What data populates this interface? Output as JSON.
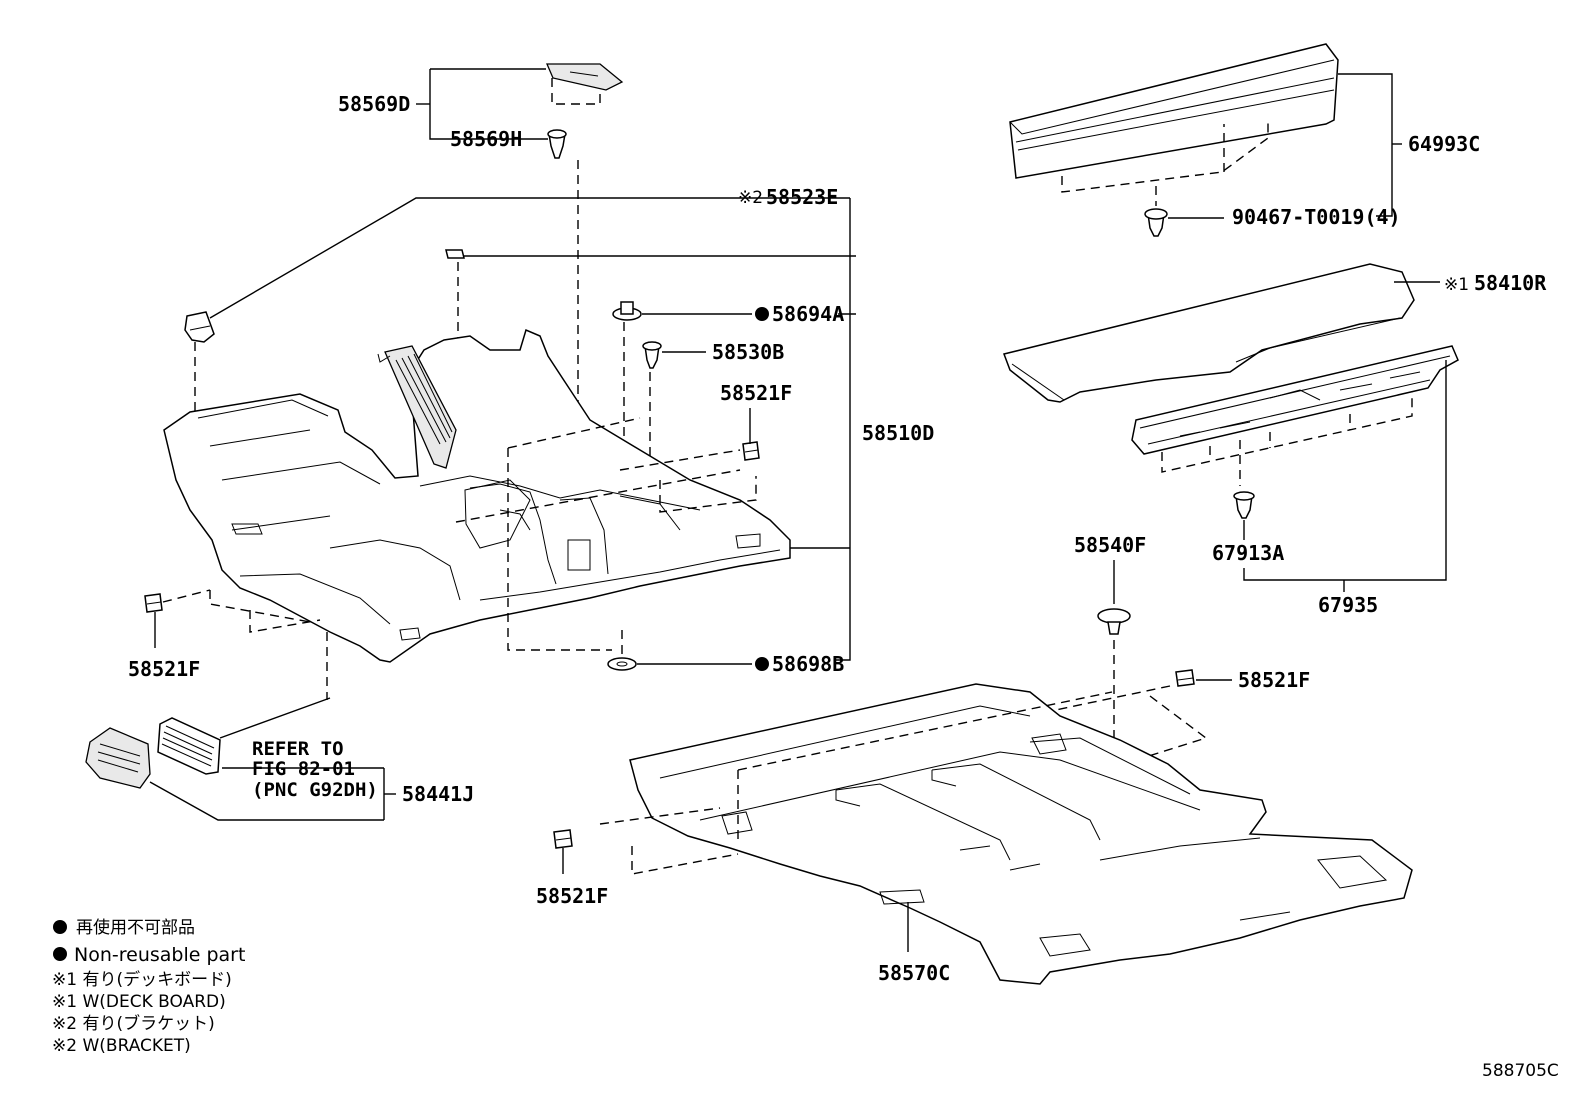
{
  "labels": {
    "p58569D": "58569D",
    "p58569H": "58569H",
    "p58523E": "58523E",
    "p58523E_mark": "※2",
    "p58694A": "58694A",
    "p58530B": "58530B",
    "p58521F_top": "58521F",
    "p58510D": "58510D",
    "p58521F_left": "58521F",
    "p58698B": "58698B",
    "p58441J": "58441J",
    "refer_line1": "REFER TO",
    "refer_line2": "FIG 82-01",
    "refer_line3": "(PNC G92DH)",
    "p64993C": "64993C",
    "p90467": "90467-T0019(4)",
    "p58410R": "58410R",
    "p58410R_mark": "※1",
    "p67913A": "67913A",
    "p67935": "67935",
    "p58540F": "58540F",
    "p58521F_right": "58521F",
    "p58521F_bottom": "58521F",
    "p58570C": "58570C"
  },
  "legend": {
    "jp_nonreusable": "再使用不可部品",
    "en_nonreusable": "Non-reusable part",
    "note1_jp": "※1 有り(デッキボード)",
    "note1_en": "※1 W(DECK BOARD)",
    "note2_jp": "※2 有り(ブラケット)",
    "note2_en": "※2 W(BRACKET)"
  },
  "figure_code": "588705C"
}
